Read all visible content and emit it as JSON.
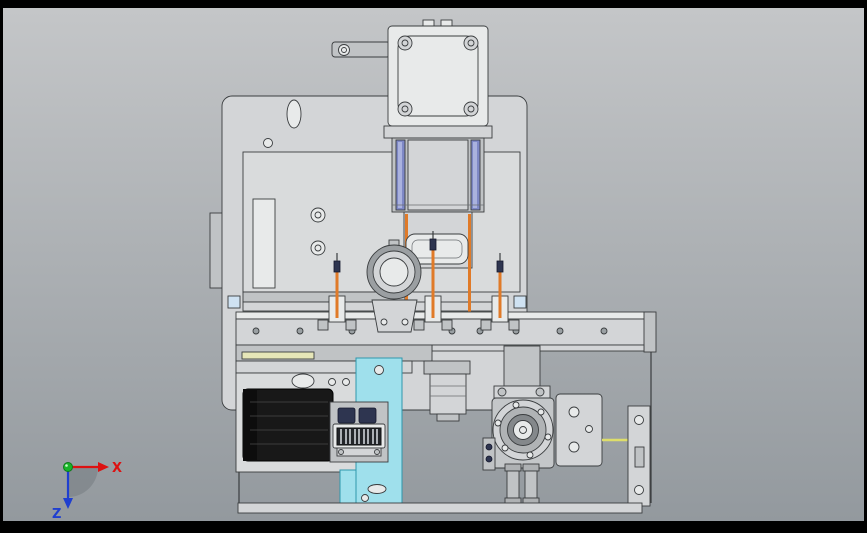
{
  "axis_triad": {
    "x_label": "X",
    "z_label": "Z"
  },
  "colors": {
    "bg_top": "#c4c6c8",
    "bg_bottom": "#93999e",
    "frame": "#000000",
    "outline": "#3a3d3f",
    "part_light": "#e8eaea",
    "part_mid": "#d3d5d7",
    "part_shade": "#c0c3c5",
    "part_inner": "#d9dbdc",
    "hole": "#9aa0a3",
    "accent_blue": "#7e88c6",
    "accent_blue_light": "#aab2de",
    "accent_orange": "#e07a28",
    "highlight_cyan": "#9fe0ec",
    "cyan_outline": "#2f97ad",
    "accent_yellow": "#dede6a",
    "navy": "#2e3550",
    "dark_block": "#181818",
    "pale_yellow": "#e6e6b8",
    "pale_blue": "#cfe2f2",
    "axis_x": "#dd1111",
    "axis_z": "#1f3fd0",
    "axis_origin": "#18b428"
  },
  "parts": [
    {
      "name": "guide-rail-accent",
      "color": "#7e88c6"
    },
    {
      "name": "locating-pins",
      "color": "#e07a28"
    },
    {
      "name": "highlighted-bracket",
      "color": "#9fe0ec"
    },
    {
      "name": "signal-cable",
      "color": "#dede6a"
    }
  ]
}
